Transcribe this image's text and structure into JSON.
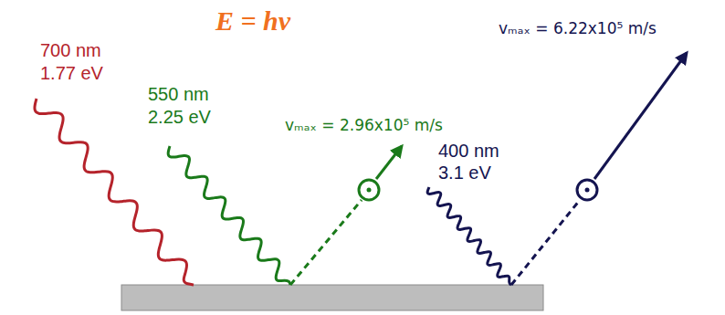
{
  "diagram": {
    "title": "E = hν",
    "labels": [
      "700 nm",
      "1.77 eV",
      "550 nm",
      "2.25 eV",
      "vₘₐₓ = 2.96x10⁵ m/s",
      "400 nm",
      "3.1 eV",
      "vₘₐₓ = 6.22x10⁵ m/s"
    ]
  }
}
